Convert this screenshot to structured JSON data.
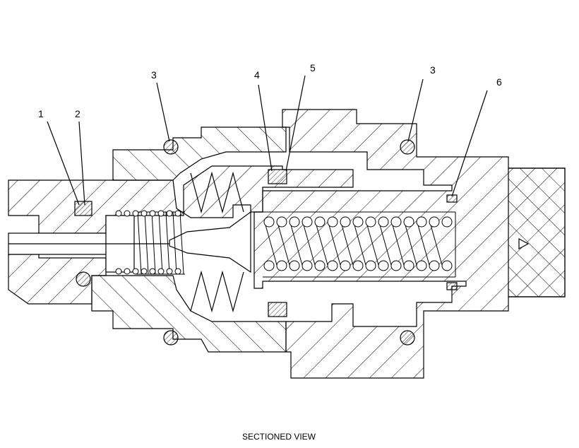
{
  "diagram": {
    "caption": "SECTIONED VIEW",
    "callouts": [
      {
        "id": "c1",
        "label": "1"
      },
      {
        "id": "c2",
        "label": "2"
      },
      {
        "id": "c3a",
        "label": "3"
      },
      {
        "id": "c4",
        "label": "4"
      },
      {
        "id": "c5",
        "label": "5"
      },
      {
        "id": "c3b",
        "label": "3"
      },
      {
        "id": "c6",
        "label": "6"
      }
    ],
    "colors": {
      "line": "#000000",
      "background": "#ffffff"
    }
  }
}
